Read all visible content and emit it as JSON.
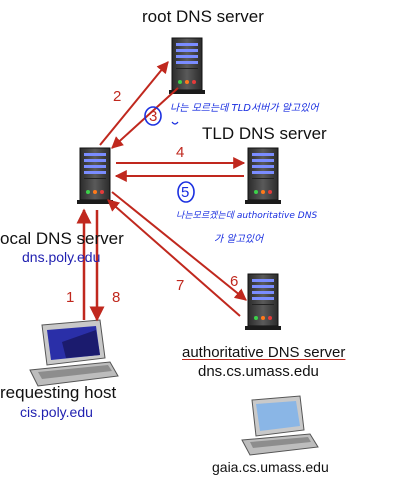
{
  "nodes": {
    "root": {
      "title": "root DNS server"
    },
    "tld": {
      "title": "TLD DNS server"
    },
    "local": {
      "title": "ocal DNS server",
      "sub": "dns.poly.edu"
    },
    "auth": {
      "title": "authoritative DNS server",
      "sub": "dns.cs.umass.edu"
    },
    "host": {
      "title": "requesting host",
      "sub": "cis.poly.edu"
    },
    "gaia": {
      "sub": "gaia.cs.umass.edu"
    }
  },
  "steps": [
    "1",
    "2",
    "3",
    "4",
    "5",
    "6",
    "7",
    "8"
  ],
  "annotations": {
    "note3": "나는 모르는데 TLD서버가 알고있어",
    "note5_line1": "나는모르겠는데 authoritative DNS",
    "note5_line2": "가 알고있어"
  },
  "colors": {
    "arrow": "#c0281e",
    "ink": "#1a2fe0",
    "link": "#1f1fb0"
  }
}
